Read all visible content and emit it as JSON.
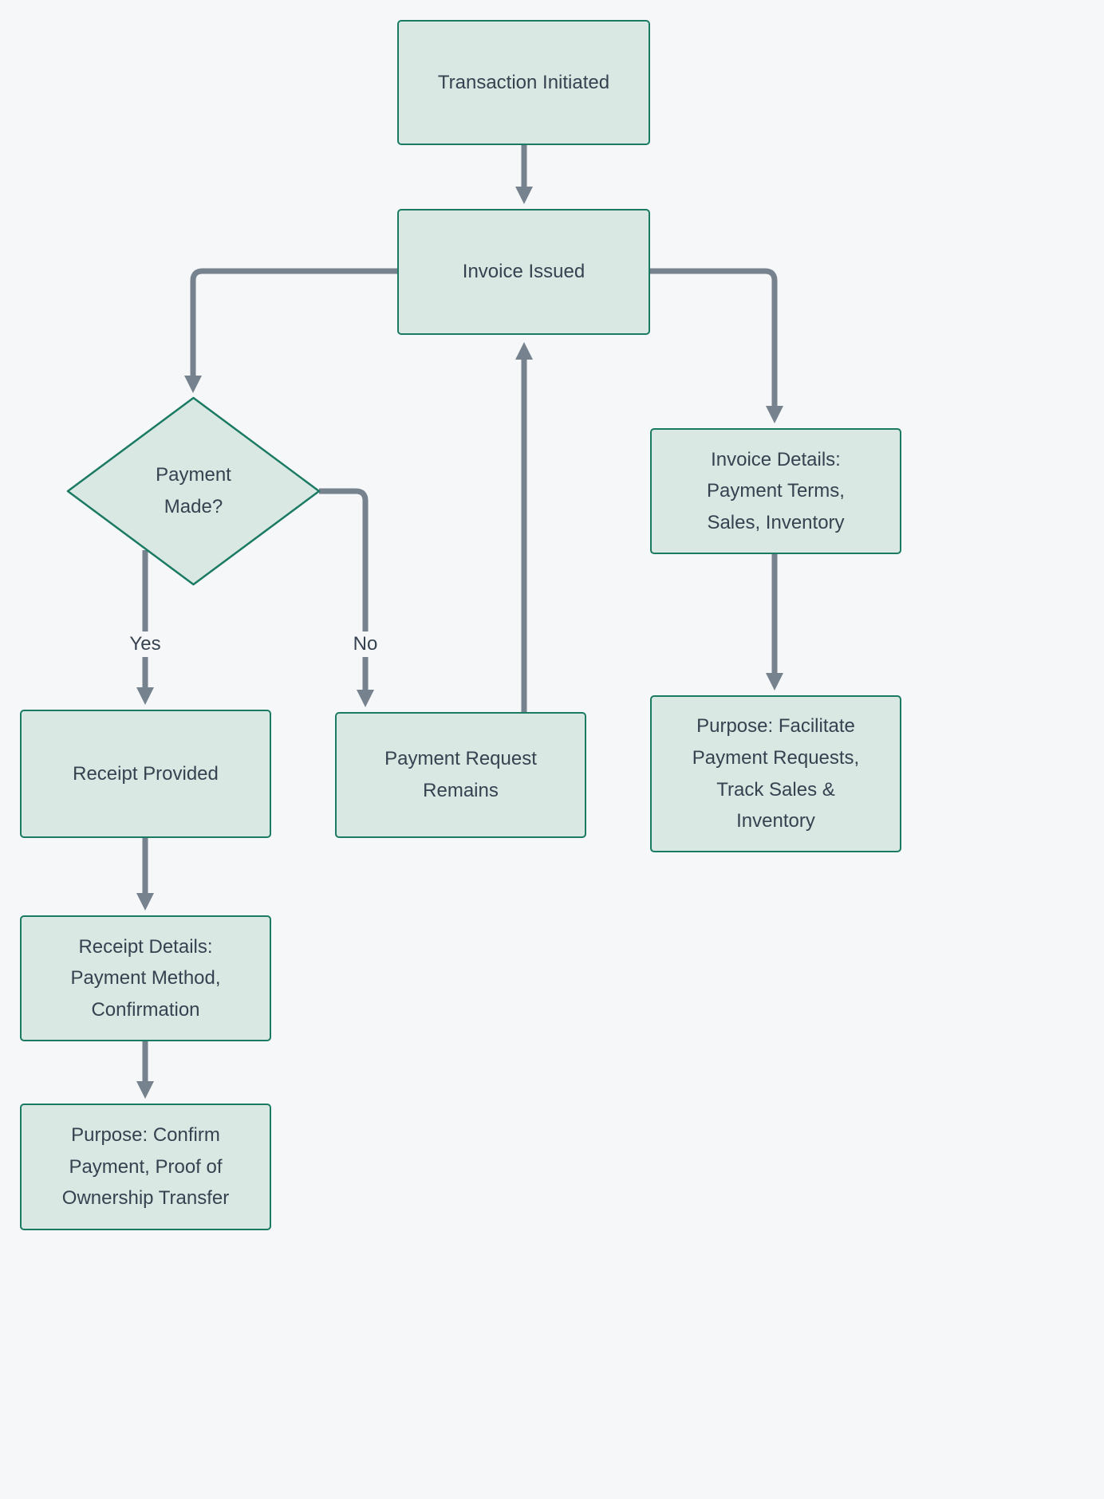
{
  "theme": {
    "page_bg": "#f5f7f9",
    "node_fill": "#d9e8e3",
    "node_border": "#1a7a62",
    "arrow_color": "#76828e",
    "text_color": "#364250"
  },
  "nodes": {
    "transaction_initiated": {
      "label": "Transaction Initiated"
    },
    "invoice_issued": {
      "label": "Invoice Issued"
    },
    "payment_made": {
      "label": "Payment\nMade?"
    },
    "receipt_provided": {
      "label": "Receipt Provided"
    },
    "payment_request_remains": {
      "label": "Payment Request\nRemains"
    },
    "invoice_details": {
      "label": "Invoice Details:\nPayment Terms,\nSales, Inventory"
    },
    "purpose_facilitate": {
      "label": "Purpose: Facilitate\nPayment Requests,\nTrack Sales &\nInventory"
    },
    "receipt_details": {
      "label": "Receipt Details:\nPayment Method,\nConfirmation"
    },
    "purpose_confirm": {
      "label": "Purpose: Confirm\nPayment, Proof of\nOwnership Transfer"
    }
  },
  "edge_labels": {
    "yes": "Yes",
    "no": "No"
  }
}
